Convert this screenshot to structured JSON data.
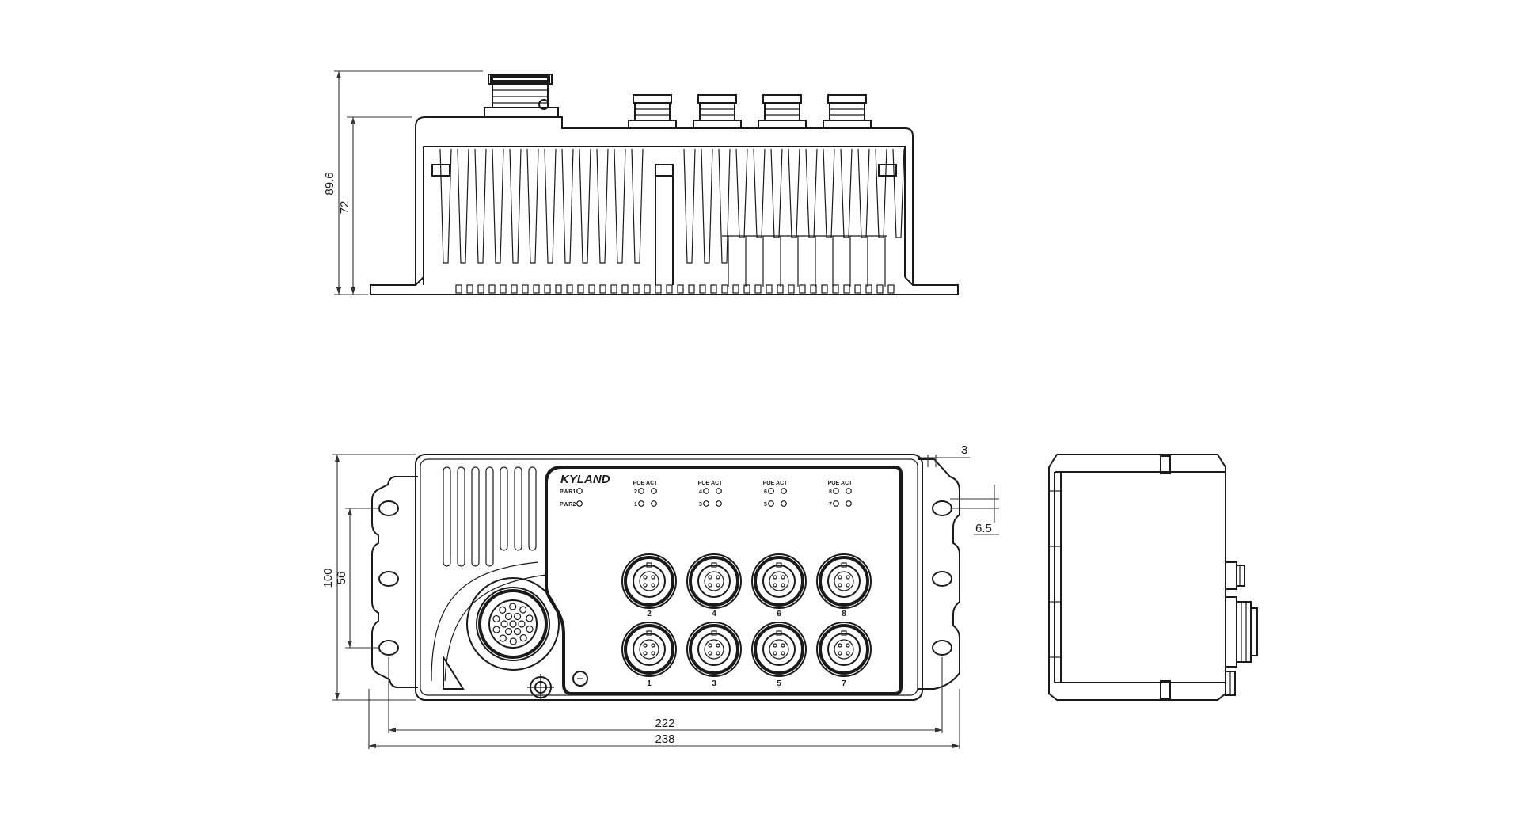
{
  "views": {
    "side": {
      "dim_total_height": "89.6",
      "dim_body_height": "72"
    },
    "top": {
      "dim_total_depth": "100",
      "dim_hole_spacing": "56",
      "dim_hole_pitch": "222",
      "dim_total_width": "238",
      "dim_slot_width": "3",
      "dim_slot_offset": "6.5"
    }
  },
  "panel": {
    "brand": "KYLAND",
    "pwr1": "PWR1",
    "pwr2": "PWR2",
    "led_header": "POE ACT",
    "led_groups": [
      {
        "top": "2",
        "bottom": "1"
      },
      {
        "top": "4",
        "bottom": "3"
      },
      {
        "top": "6",
        "bottom": "5"
      },
      {
        "top": "8",
        "bottom": "7"
      }
    ],
    "ports_top": [
      "2",
      "4",
      "6",
      "8"
    ],
    "ports_bottom": [
      "1",
      "3",
      "5",
      "7"
    ]
  },
  "colors": {
    "line": "#1a1a1a",
    "background": "#ffffff"
  }
}
